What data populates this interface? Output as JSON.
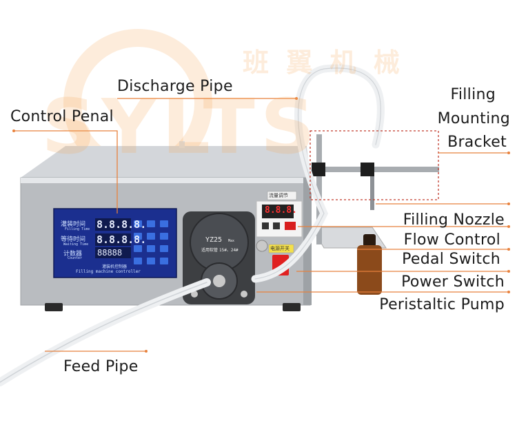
{
  "colors": {
    "leader_line": "#e8813c",
    "dashed_box": "#c0392b",
    "watermark": "#f6aa5a",
    "machine_body": "#b9bcc0",
    "control_panel": "#1b2f8f",
    "panel_button": "#3a6fe0",
    "pump_head": "#3d3f42"
  },
  "watermark": {
    "text": "班 翼 机 械",
    "logo_letters": "SYLTS"
  },
  "labels": {
    "discharge_pipe": "Discharge Pipe",
    "control_penal": "Control Penal",
    "filling_bracket_line1": "Filling",
    "filling_bracket_line2": "Mounting",
    "filling_bracket_line3": "Bracket",
    "filling_nozzle": "Filling Nozzle",
    "flow_control": "Flow Control",
    "pedal_switch": "Pedal Switch",
    "power_switch": "Power Switch",
    "peristaltic_pump": "Peristaltic Pump",
    "feed_pipe": "Feed Pipe"
  },
  "machine_panel": {
    "row1_cn": "灌装时间",
    "row1_en": "Filling Time",
    "row2_cn": "等待时间",
    "row2_en": "Waiting Time",
    "row3_cn": "计数器",
    "row3_en": "Counter",
    "row1_value": "8.8.8.8.",
    "row2_value": "8.8.8.8.",
    "row3_value": "88888",
    "footer_cn": "灌装机控制器",
    "footer_en": "Filling machine controller"
  },
  "pump": {
    "model": "YZ25",
    "model_suffix": "Max",
    "tube_cn": "适用软管",
    "tube_sizes": "15#、24#"
  },
  "flow_unit": {
    "tag": "流量调节",
    "display": "8.8.8."
  },
  "power_unit": {
    "tag": "电源开关"
  }
}
